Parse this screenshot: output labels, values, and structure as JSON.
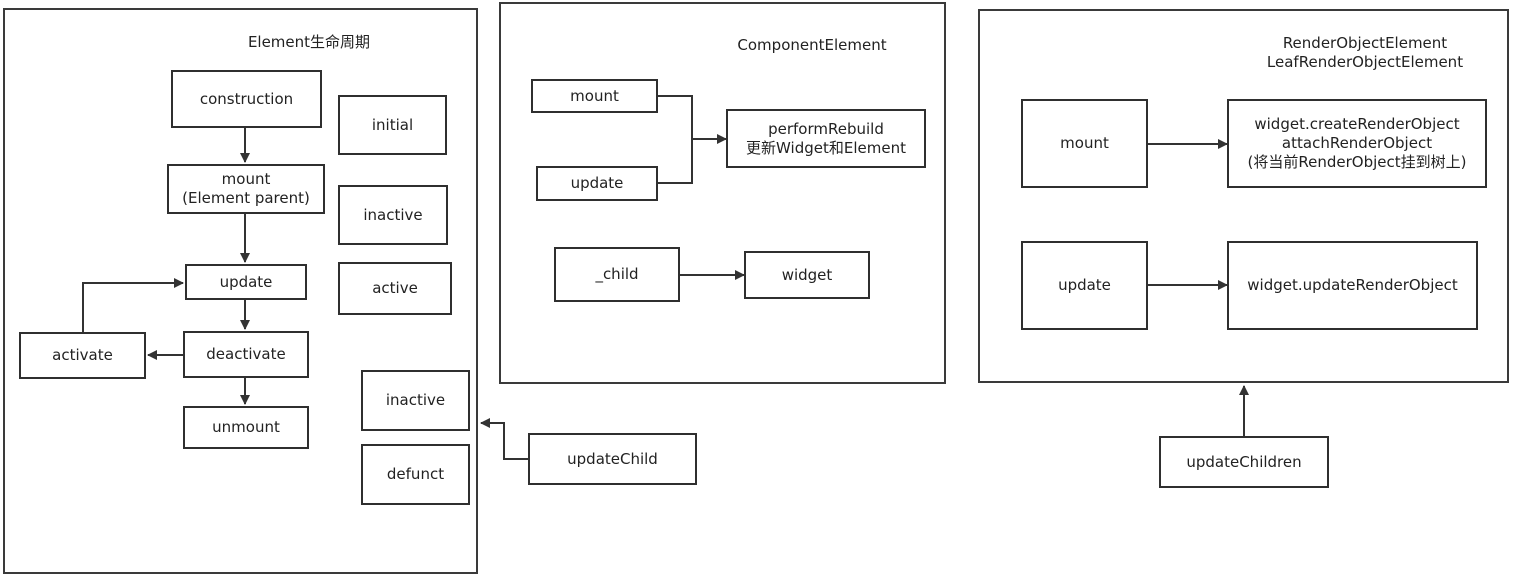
{
  "lifecycle": {
    "title": "Element生命周期",
    "construction": "construction",
    "mount_line1": "mount",
    "mount_line2": "(Element parent)",
    "update": "update",
    "deactivate": "deactivate",
    "activate": "activate",
    "unmount": "unmount",
    "states": [
      "initial",
      "inactive",
      "active",
      "inactive",
      "defunct"
    ]
  },
  "update_child": "updateChild",
  "component": {
    "title": "ComponentElement",
    "mount": "mount",
    "update": "update",
    "perform_line1": "performRebuild",
    "perform_line2": "更新Widget和Element",
    "child": "_child",
    "widget": "widget"
  },
  "render_object": {
    "title_line1": "RenderObjectElement",
    "title_line2": "LeafRenderObjectElement",
    "mount": "mount",
    "create_line1": "widget.createRenderObject",
    "create_line2": "attachRenderObject",
    "create_line3": "(将当前RenderObject挂到树上)",
    "update": "update",
    "update_render": "widget.updateRenderObject"
  },
  "update_children": "updateChildren"
}
